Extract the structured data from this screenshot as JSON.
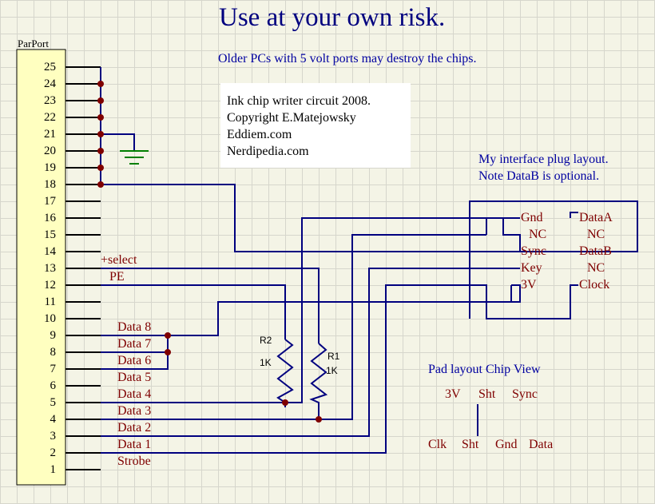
{
  "title": "Use at your own risk.",
  "warning": "Older PCs with 5 volt ports may destroy the chips.",
  "copyright": {
    "lines": [
      "Ink chip writer circuit 2008.",
      "Copyright E.Matejowsky",
      "Eddiem.com",
      "Nerdipedia.com"
    ]
  },
  "parport": {
    "label": "ParPort",
    "pins": [
      "25",
      "24",
      "23",
      "22",
      "21",
      "20",
      "19",
      "18",
      "17",
      "16",
      "15",
      "14",
      "13",
      "12",
      "11",
      "10",
      "9",
      "8",
      "7",
      "6",
      "5",
      "4",
      "3",
      "2",
      "1"
    ]
  },
  "signals": {
    "select": "+select",
    "pe": "PE",
    "data8": "Data 8",
    "data7": "Data 7",
    "data6": "Data 6",
    "data5": "Data 5",
    "data4": "Data 4",
    "data3": "Data 3",
    "data2": "Data 2",
    "data1": "Data 1",
    "strobe": "Strobe"
  },
  "resistors": {
    "r2_name": "R2",
    "r2_value": "1K",
    "r1_name": "R1",
    "r1_value": "1K"
  },
  "plug": {
    "title_line1": "My interface plug layout.",
    "title_line2": "Note DataB is optional.",
    "left": [
      "Gnd",
      "NC",
      "Sync",
      "Key",
      "3V"
    ],
    "right": [
      "DataA",
      "NC",
      "DataB",
      "NC",
      "Clock"
    ]
  },
  "pad": {
    "title": "Pad layout Chip View",
    "top": [
      "3V",
      "Sht",
      "Sync"
    ],
    "bottom": [
      "Clk",
      "Sht",
      "Gnd",
      "Data"
    ]
  },
  "colors": {
    "wire": "#00007f",
    "stub": "#000000",
    "junction": "#7f0000",
    "ground": "#007f00",
    "connector": "#ffffc0"
  }
}
